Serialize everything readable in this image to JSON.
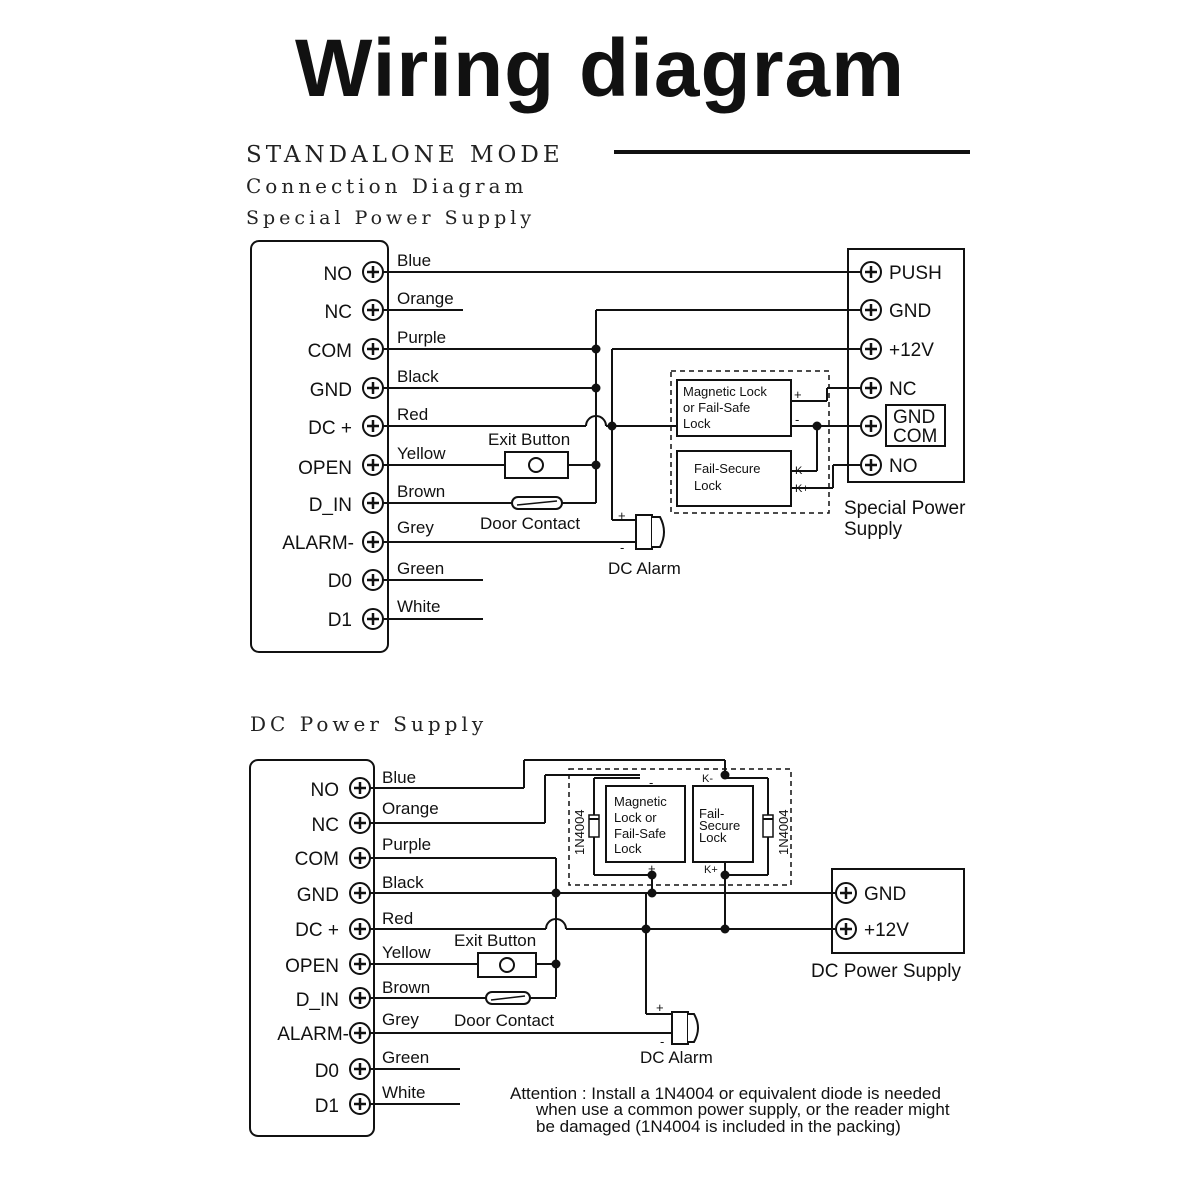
{
  "title": "Wiring diagram",
  "mode_heading": "STANDALONE MODE",
  "subheading": "Connection Diagram",
  "section1": {
    "heading": "Special Power Supply",
    "terminals": [
      "NO",
      "NC",
      "COM",
      "GND",
      "DC +",
      "OPEN",
      "D_IN",
      "ALARM-",
      "D0",
      "D1"
    ],
    "wires": [
      "Blue",
      "Orange",
      "Purple",
      "Black",
      "Red",
      "Yellow",
      "Brown",
      "Grey",
      "Green",
      "White"
    ],
    "exit_button": "Exit Button",
    "door_contact": "Door Contact",
    "dc_alarm": "DC Alarm",
    "maglock_lines": [
      "Magnetic Lock",
      "or Fail-Safe",
      "Lock"
    ],
    "failsecure_lines": [
      "Fail-Secure",
      "Lock"
    ],
    "psu_terminals": [
      "PUSH",
      "GND",
      "+12V",
      "NC",
      "NO"
    ],
    "psu_gnd_com": [
      "GND",
      "COM"
    ],
    "psu_label_lines": [
      "Special Power",
      "Supply"
    ],
    "polarity": [
      "+",
      "-",
      "K-",
      "K+",
      "+",
      "-"
    ]
  },
  "section2": {
    "heading": "DC Power Supply",
    "terminals": [
      "NO",
      "NC",
      "COM",
      "GND",
      "DC +",
      "OPEN",
      "D_IN",
      "ALARM-",
      "D0",
      "D1"
    ],
    "wires": [
      "Blue",
      "Orange",
      "Purple",
      "Black",
      "Red",
      "Yellow",
      "Brown",
      "Grey",
      "Green",
      "White"
    ],
    "exit_button": "Exit Button",
    "door_contact": "Door Contact",
    "dc_alarm": "DC  Alarm",
    "maglock_lines": [
      "Magnetic",
      "Lock or",
      "Fail-Safe",
      "Lock"
    ],
    "failsecure_lines": [
      "Fail-",
      "Secure",
      "Lock"
    ],
    "diode": "1N4004",
    "psu_terminals": [
      "GND",
      "+12V"
    ],
    "psu_label": "DC Power Supply",
    "polarity": [
      "-",
      "K-",
      "+",
      "K+",
      "+",
      "-"
    ]
  },
  "attention_lines": [
    "Attention : Install a 1N4004 or equivalent diode is needed",
    "when use a common power supply, or the reader might",
    "be damaged (1N4004 is included in the packing)"
  ]
}
